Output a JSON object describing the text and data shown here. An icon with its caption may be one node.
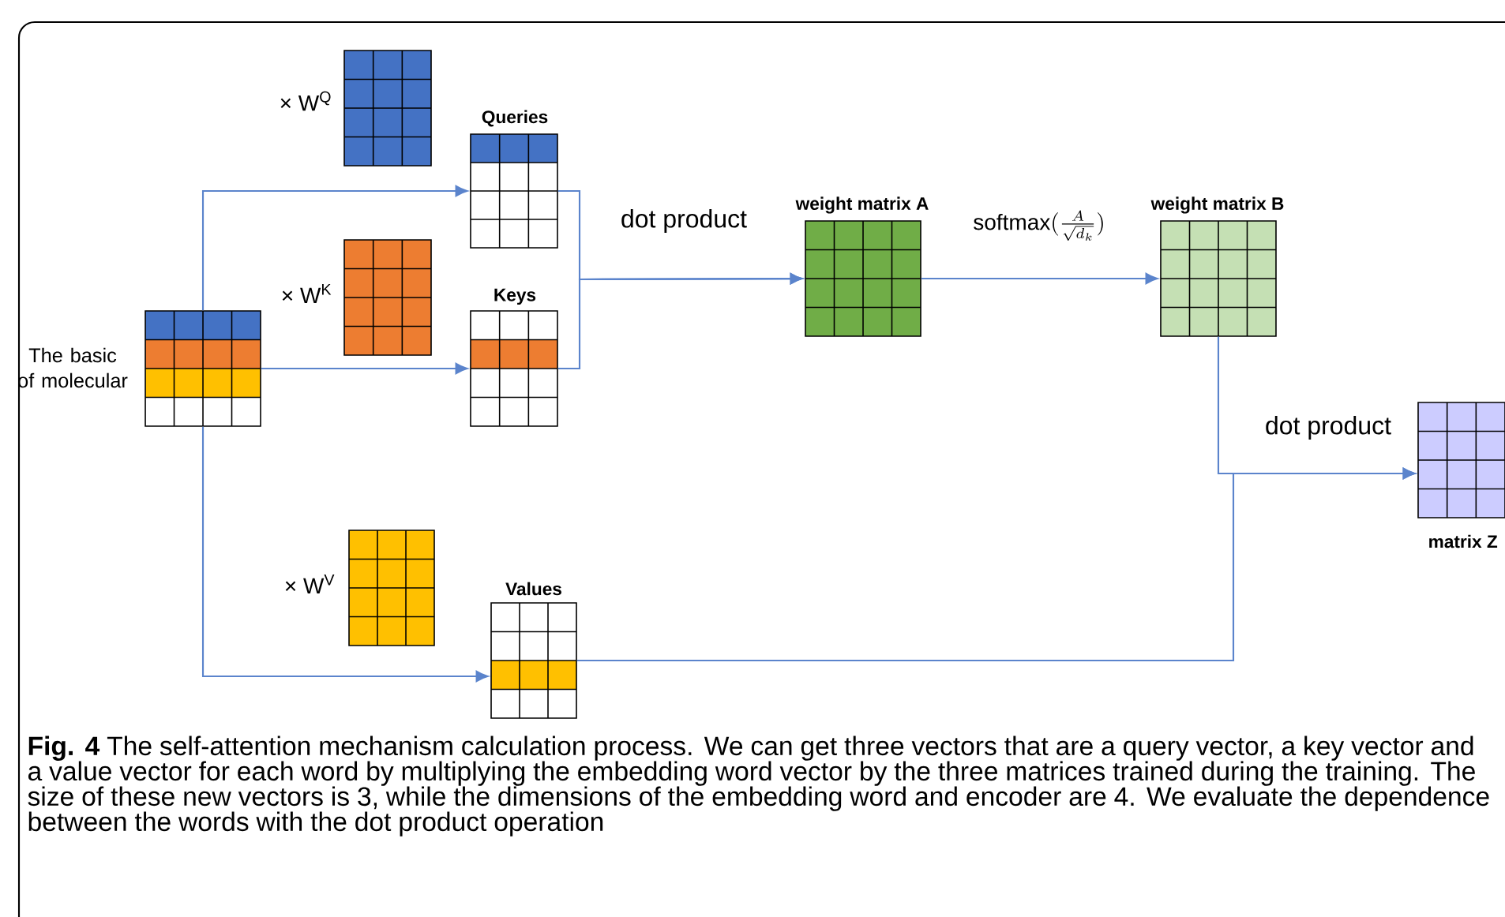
{
  "diagram": {
    "caption": "**Fig. 4** The self-attention mechanism calculation process. We can get three vectors that are a query vector, a key vector and a value vector for each word by multiplying the embedding word vector by the three matrices trained during the training. The size of these new vectors is 3, while the dimensions of the embedding word and encoder are 4. We evaluate the dependence between the words with the dot product operation",
    "nodes": [
      {
        "text": [
          "The basic of molecular"
        ]
      },
      {
        "text": [
          "× W$^{Q}$"
        ]
      },
      {
        "text": [
          "Queries"
        ]
      },
      {
        "text": [
          "× W$^{K}$"
        ]
      },
      {
        "text": [
          "Keys"
        ]
      },
      {
        "text": [
          "× W$^{V}$"
        ]
      },
      {
        "text": [
          "Values"
        ]
      },
      {
        "text": [
          "weight matrix A"
        ]
      },
      {
        "text": [
          "weight matrix B"
        ]
      },
      {
        "text": [
          "matrix Z"
        ]
      }
    ],
    "edges": [
      {
        "from": 0,
        "to": 2,
        "arrow": "to"
      },
      {
        "from": 0,
        "to": 4,
        "arrow": "to"
      },
      {
        "from": 0,
        "to": 6,
        "arrow": "to"
      },
      {
        "from": 2,
        "to": 7,
        "arrow": "to",
        "label": "dot product"
      },
      {
        "from": 4,
        "to": 7,
        "arrow": "to"
      },
      {
        "from": 7,
        "to": 8,
        "arrow": "to",
        "label": "\\mathrm{softmax}(\\frac{A}{\\sqrt{d_k}})"
      },
      {
        "from": 8,
        "to": 9,
        "arrow": "to",
        "label": "dot product"
      },
      {
        "from": 6,
        "to": 9,
        "arrow": "to"
      }
    ]
  }
}
